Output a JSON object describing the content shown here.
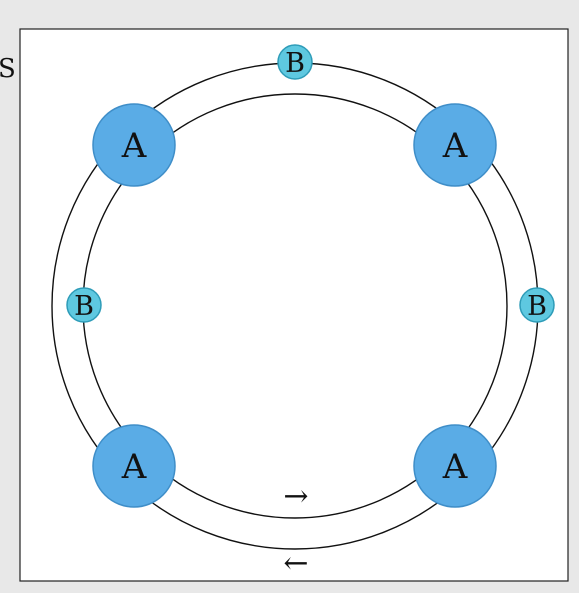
{
  "left_edge_fragment": "S",
  "colors": {
    "page_bg": "#e8e8e8",
    "panel_bg": "#ffffff",
    "node_a_fill": "#5aace6",
    "node_a_stroke": "#3f8ec8",
    "node_b_fill": "#5ec8e0",
    "node_b_stroke": "#2e9cb8",
    "ring_stroke": "#111111"
  },
  "diagram": {
    "nodes_a": [
      {
        "id": "a-top-left",
        "label": "A"
      },
      {
        "id": "a-top-right",
        "label": "A"
      },
      {
        "id": "a-bottom-left",
        "label": "A"
      },
      {
        "id": "a-bottom-right",
        "label": "A"
      }
    ],
    "nodes_b": [
      {
        "id": "b-top",
        "label": "B"
      },
      {
        "id": "b-left",
        "label": "B"
      },
      {
        "id": "b-right",
        "label": "B"
      }
    ],
    "inner_ring_arrow": "→",
    "outer_ring_arrow": "←"
  }
}
